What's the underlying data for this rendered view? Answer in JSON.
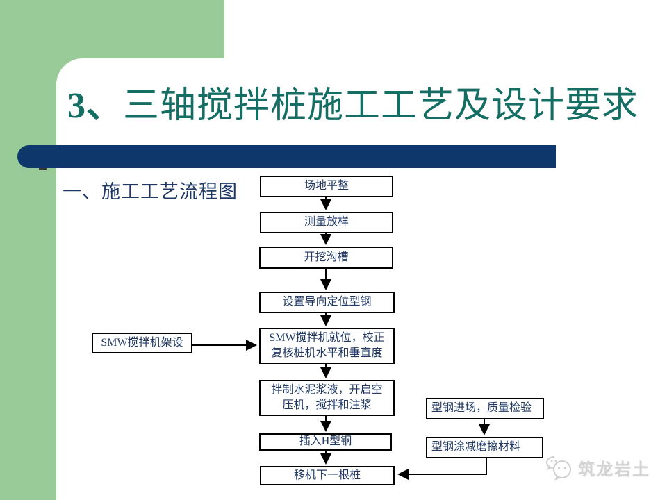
{
  "slide": {
    "title_prefix": "3、",
    "title_text": "三轴搅拌桩施工工艺及设计要求",
    "section_heading": "一、施工工艺流程图",
    "watermark_text": "筑龙岩土"
  },
  "flowchart": {
    "main_steps": [
      "场地平整",
      "测量放样",
      "开挖沟槽",
      "设置导向定位型钢",
      "SMW搅拌机就位，校正\n复核桩机水平和垂直度",
      "拌制水泥浆液，开启空\n压机，搅拌和注浆",
      "插入H型钢",
      "移机下一根桩"
    ],
    "left_branch": [
      "SMW搅拌机架设"
    ],
    "right_branch": [
      "型钢进场，质量检验",
      "型钢涂减磨擦材料"
    ]
  },
  "colors": {
    "accent-green": "#99CB98",
    "bar-navy": "#0E386B",
    "title-teal": "#146E64",
    "text-navy": "#1F3864",
    "box-border": "#000000",
    "watermark-gray": "#CFCFCF"
  }
}
